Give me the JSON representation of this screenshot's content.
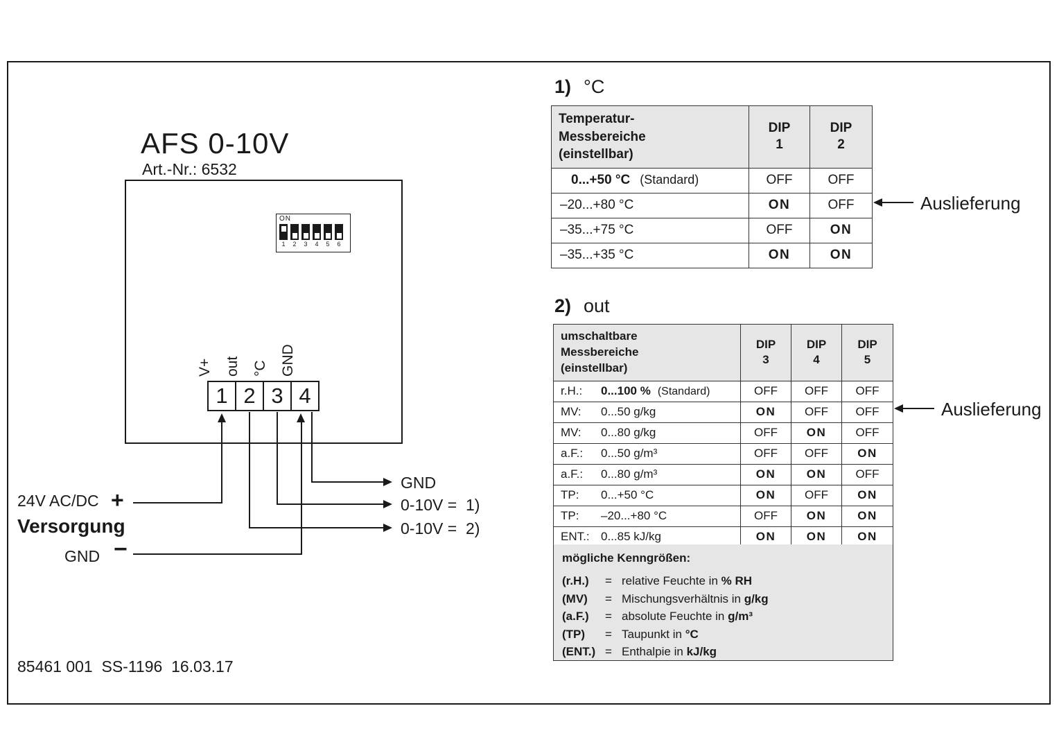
{
  "frame": {
    "footer": "85461 001  SS-1196  16.03.17"
  },
  "device": {
    "title": "AFS 0-10V",
    "art_no": "Art.-Nr.: 6532",
    "dip_graphic": {
      "on_label": "ON",
      "numbers": [
        "1",
        "2",
        "3",
        "4",
        "5",
        "6"
      ],
      "states": [
        "on",
        "off",
        "off",
        "off",
        "off",
        "off"
      ]
    },
    "terminals": [
      {
        "n": "1",
        "label": "V+"
      },
      {
        "n": "2",
        "label": "out"
      },
      {
        "n": "3",
        "label": "°C"
      },
      {
        "n": "4",
        "label": "GND"
      }
    ]
  },
  "wiring": {
    "supply_name": "24V AC/DC",
    "plus": "+",
    "supply_bold": "Versorgung",
    "gnd_in": "GND",
    "minus": "−",
    "gnd_out": "GND",
    "out1": "0-10V =  1)",
    "out2": "0-10V =  2)"
  },
  "section1": {
    "num": "1)",
    "title": "°C",
    "delivery_label": "Auslieferung",
    "table": {
      "header_col": "Temperatur-\nMessbereiche\n(einstellbar)",
      "dip_headers": [
        "DIP\n1",
        "DIP\n2"
      ],
      "rows": [
        {
          "range": "0...+50 °C",
          "range_bold": true,
          "note": "(Standard)",
          "dips": [
            "OFF",
            "OFF"
          ]
        },
        {
          "range": "–20...+80 °C",
          "range_bold": false,
          "note": "",
          "dips": [
            "ON",
            "OFF"
          ]
        },
        {
          "range": "–35...+75 °C",
          "range_bold": false,
          "note": "",
          "dips": [
            "OFF",
            "ON"
          ]
        },
        {
          "range": "–35...+35 °C",
          "range_bold": false,
          "note": "",
          "dips": [
            "ON",
            "ON"
          ]
        }
      ]
    }
  },
  "section2": {
    "num": "2)",
    "title": "out",
    "delivery_label": "Auslieferung",
    "table": {
      "header_col": "umschaltbare\nMessbereiche\n(einstellbar)",
      "dip_headers": [
        "DIP\n3",
        "DIP\n4",
        "DIP\n5"
      ],
      "rows": [
        {
          "key": "r.H.:",
          "range": "0...100 %",
          "range_bold": true,
          "note": "(Standard)",
          "dips": [
            "OFF",
            "OFF",
            "OFF"
          ]
        },
        {
          "key": "MV:",
          "range": "0...50 g/kg",
          "range_bold": false,
          "note": "",
          "dips": [
            "ON",
            "OFF",
            "OFF"
          ]
        },
        {
          "key": "MV:",
          "range": "0...80 g/kg",
          "range_bold": false,
          "note": "",
          "dips": [
            "OFF",
            "ON",
            "OFF"
          ]
        },
        {
          "key": "a.F.:",
          "range": "0...50 g/m³",
          "range_bold": false,
          "note": "",
          "dips": [
            "OFF",
            "OFF",
            "ON"
          ]
        },
        {
          "key": "a.F.:",
          "range": "0...80 g/m³",
          "range_bold": false,
          "note": "",
          "dips": [
            "ON",
            "ON",
            "OFF"
          ]
        },
        {
          "key": "TP:",
          "range": "0...+50 °C",
          "range_bold": false,
          "note": "",
          "dips": [
            "ON",
            "OFF",
            "ON"
          ]
        },
        {
          "key": "TP:",
          "range": "–20...+80 °C",
          "range_bold": false,
          "note": "",
          "dips": [
            "OFF",
            "ON",
            "ON"
          ]
        },
        {
          "key": "ENT.:",
          "range": "0...85 kJ/kg",
          "range_bold": false,
          "note": "",
          "dips": [
            "ON",
            "ON",
            "ON"
          ]
        }
      ]
    },
    "legend": {
      "title": "mögliche Kenngrößen:",
      "items": [
        {
          "key": "(r.H.)",
          "eq": "=",
          "desc": "relative Feuchte in",
          "unit": "% RH"
        },
        {
          "key": "(MV)",
          "eq": "=",
          "desc": "Mischungsverhältnis in",
          "unit": "g/kg"
        },
        {
          "key": "(a.F.)",
          "eq": "=",
          "desc": "absolute Feuchte in",
          "unit": "g/m³"
        },
        {
          "key": "(TP)",
          "eq": "=",
          "desc": "Taupunkt in",
          "unit": "°C"
        },
        {
          "key": "(ENT.)",
          "eq": "=",
          "desc": "Enthalpie in",
          "unit": "kJ/kg"
        }
      ]
    }
  }
}
